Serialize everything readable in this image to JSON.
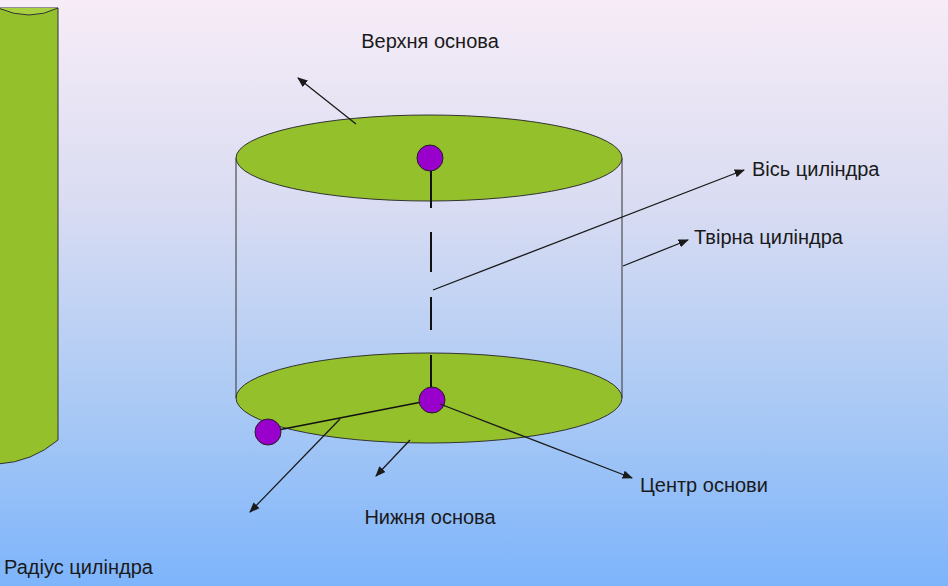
{
  "diagram": {
    "labels": [
      "Верхня основа",
      "Вісь циліндра",
      "Твірна циліндра",
      "Центр основи",
      "Нижня основа",
      "Радіус циліндра"
    ]
  }
}
